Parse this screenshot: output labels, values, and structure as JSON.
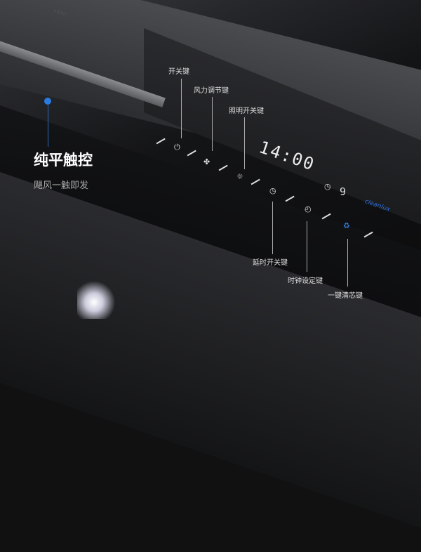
{
  "brand": "vatti",
  "feature": {
    "title": "纯平触控",
    "subtitle": "飓风一触即发"
  },
  "labels": {
    "power": "开关键",
    "fan": "风力调节键",
    "light": "照明开关键",
    "delay": "延时开关键",
    "clock_set": "时钟设定键",
    "clean": "一键清芯键"
  },
  "display": {
    "time": "14:00",
    "digit": "9",
    "logo": "cleanlux"
  },
  "colors": {
    "accent": "#2a7be0"
  }
}
